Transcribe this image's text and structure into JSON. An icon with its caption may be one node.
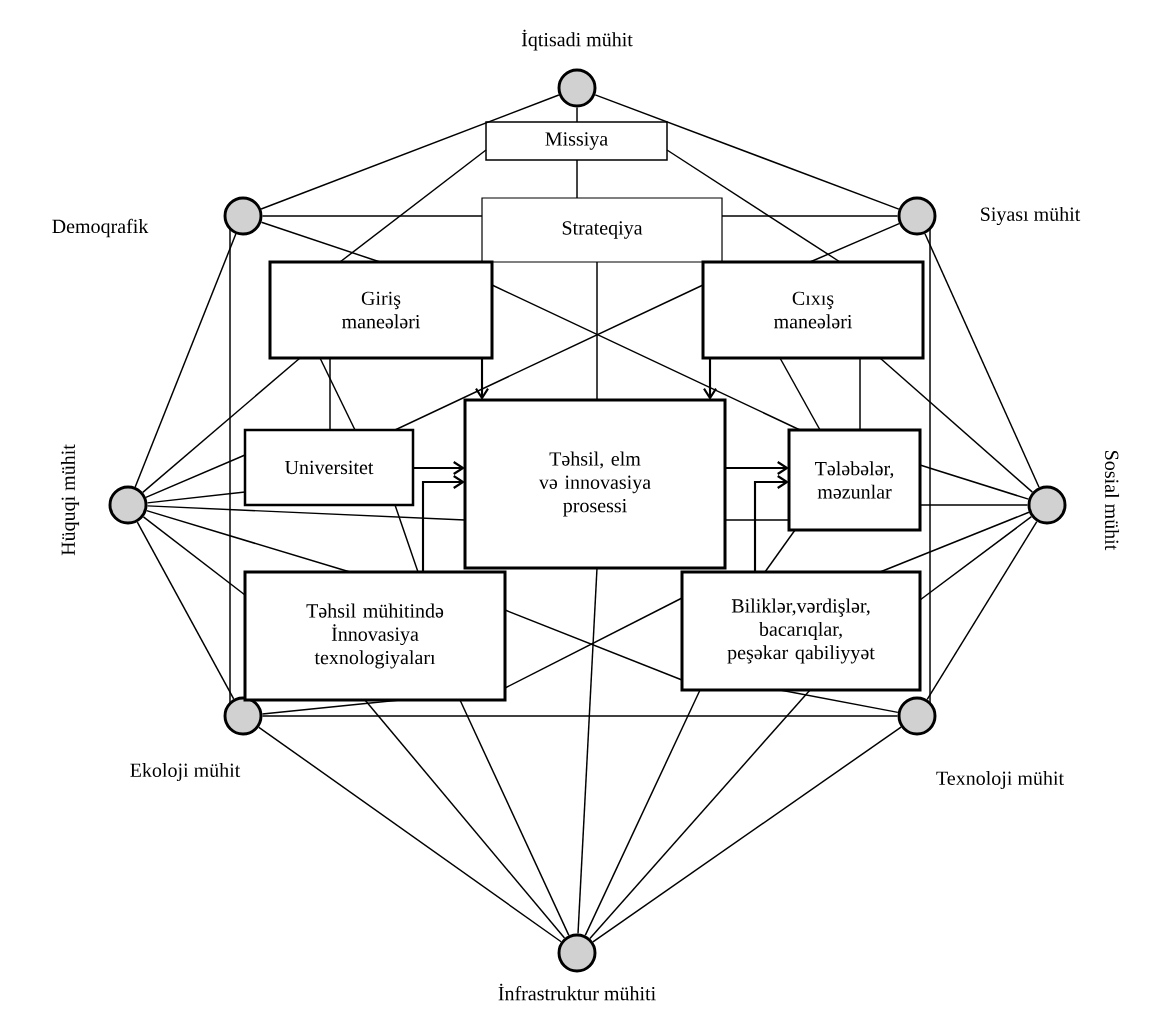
{
  "diagram": {
    "nodes": [
      {
        "text": [],
        "shape": "circle",
        "beside": [
          "İqtisadi mühit"
        ]
      },
      {
        "text": [],
        "shape": "circle",
        "beside": [
          "Demoqrafik"
        ]
      },
      {
        "text": [],
        "shape": "circle",
        "beside": [
          "Siyası mühit"
        ]
      },
      {
        "text": [],
        "shape": "circle",
        "beside": [
          "Hüquqi mühit"
        ]
      },
      {
        "text": [],
        "shape": "circle",
        "beside": [
          "Sosial mühit"
        ]
      },
      {
        "text": [],
        "shape": "circle",
        "beside": [
          "Ekoloji mühit"
        ]
      },
      {
        "text": [],
        "shape": "circle",
        "beside": [
          "Texnoloji mühit"
        ]
      },
      {
        "text": [],
        "shape": "circle",
        "beside": [
          "İnfrastruktur mühiti"
        ]
      },
      {
        "text": [
          "Missiya"
        ]
      },
      {
        "text": [
          "Strateqiya"
        ]
      },
      {
        "text": [
          "Giriş maneələri"
        ]
      },
      {
        "text": [
          "Cıxış maneələri"
        ]
      },
      {
        "text": [
          "Universitet"
        ]
      },
      {
        "text": [
          "Təhsil, elm və innovasiya prosessi"
        ]
      },
      {
        "text": [
          "Tələbələr, məzunlar"
        ]
      },
      {
        "text": [
          "Təhsil mühitində İnnovasiya texnologiyaları"
        ]
      },
      {
        "text": [
          "Biliklər,vərdişlər, bacarıqlar, peşəkar qabiliyyət"
        ]
      }
    ],
    "edges": [
      {
        "from": 0,
        "to": 1,
        "arrow": "none"
      },
      {
        "from": 0,
        "to": 2,
        "arrow": "none"
      },
      {
        "from": 0,
        "to": 8,
        "arrow": "none"
      },
      {
        "from": 8,
        "to": 9,
        "arrow": "none"
      },
      {
        "from": 8,
        "to": 10,
        "arrow": "none"
      },
      {
        "from": 8,
        "to": 11,
        "arrow": "none"
      },
      {
        "from": 1,
        "to": 9,
        "arrow": "none"
      },
      {
        "from": 2,
        "to": 9,
        "arrow": "none"
      },
      {
        "from": 1,
        "to": 10,
        "arrow": "none"
      },
      {
        "from": 2,
        "to": 11,
        "arrow": "none"
      },
      {
        "from": 1,
        "to": 3,
        "arrow": "none"
      },
      {
        "from": 2,
        "to": 4,
        "arrow": "none"
      },
      {
        "from": 1,
        "to": 5,
        "arrow": "none"
      },
      {
        "from": 2,
        "to": 6,
        "arrow": "none"
      },
      {
        "from": 9,
        "to": 13,
        "arrow": "none"
      },
      {
        "from": 13,
        "to": 7,
        "arrow": "none"
      },
      {
        "from": 10,
        "to": 13,
        "arrow": "to"
      },
      {
        "from": 11,
        "to": 13,
        "arrow": "to"
      },
      {
        "from": 12,
        "to": 13,
        "arrow": "to"
      },
      {
        "from": 15,
        "to": 13,
        "arrow": "to"
      },
      {
        "from": 13,
        "to": 14,
        "arrow": "to"
      },
      {
        "from": 16,
        "to": 14,
        "arrow": "to"
      },
      {
        "from": 10,
        "to": 14,
        "arrow": "none"
      },
      {
        "from": 11,
        "to": 12,
        "arrow": "none"
      },
      {
        "from": 10,
        "to": 12,
        "arrow": "none"
      },
      {
        "from": 11,
        "to": 14,
        "arrow": "none"
      },
      {
        "from": 3,
        "to": 10,
        "arrow": "none"
      },
      {
        "from": 3,
        "to": 12,
        "arrow": "none"
      },
      {
        "from": 3,
        "to": 12,
        "arrow": "none"
      },
      {
        "from": 3,
        "to": 13,
        "arrow": "none"
      },
      {
        "from": 3,
        "to": 15,
        "arrow": "none"
      },
      {
        "from": 3,
        "to": 15,
        "arrow": "none"
      },
      {
        "from": 3,
        "to": 5,
        "arrow": "none"
      },
      {
        "from": 4,
        "to": 14,
        "arrow": "none"
      },
      {
        "from": 4,
        "to": 14,
        "arrow": "none"
      },
      {
        "from": 13,
        "to": 14,
        "arrow": "none"
      },
      {
        "from": 4,
        "to": 16,
        "arrow": "none"
      },
      {
        "from": 4,
        "to": 16,
        "arrow": "none"
      },
      {
        "from": 4,
        "to": 6,
        "arrow": "none"
      },
      {
        "from": 5,
        "to": 15,
        "arrow": "none"
      },
      {
        "from": 6,
        "to": 16,
        "arrow": "none"
      },
      {
        "from": 15,
        "to": 16,
        "arrow": "none"
      },
      {
        "from": 15,
        "to": 16,
        "arrow": "none"
      },
      {
        "from": 5,
        "to": 6,
        "arrow": "none"
      },
      {
        "from": 5,
        "to": 7,
        "arrow": "none"
      },
      {
        "from": 6,
        "to": 7,
        "arrow": "none"
      },
      {
        "from": 7,
        "to": 15,
        "arrow": "none"
      },
      {
        "from": 7,
        "to": 15,
        "arrow": "none"
      },
      {
        "from": 7,
        "to": 16,
        "arrow": "none"
      },
      {
        "from": 7,
        "to": 16,
        "arrow": "none"
      },
      {
        "from": 11,
        "to": 14,
        "arrow": "none"
      },
      {
        "from": 10,
        "to": 12,
        "arrow": "none"
      },
      {
        "from": 12,
        "to": 15,
        "arrow": "none"
      },
      {
        "from": 14,
        "to": 16,
        "arrow": "none"
      },
      {
        "from": 4,
        "to": 11,
        "arrow": "none"
      }
    ]
  }
}
